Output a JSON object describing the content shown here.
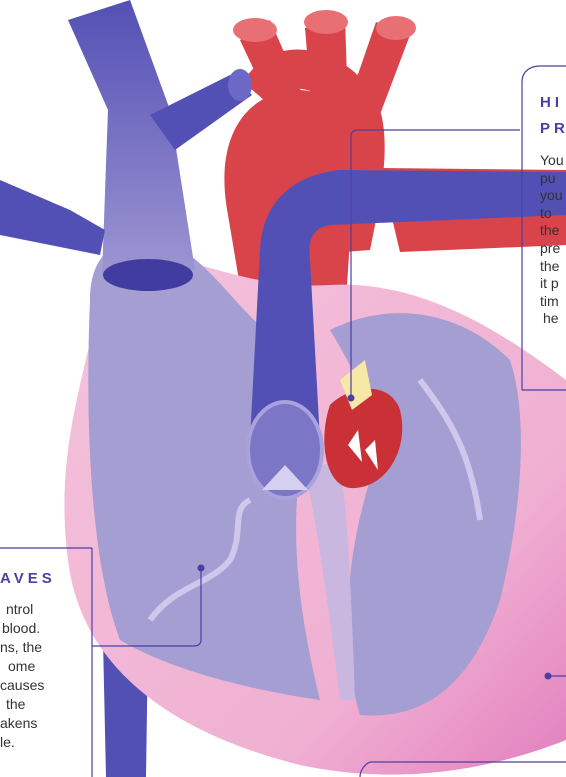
{
  "callouts": {
    "pressure": {
      "title_lines": [
        "HI",
        "PR"
      ],
      "body_lines": [
        "You",
        "pu",
        "you",
        "to",
        "the",
        "pre",
        "the",
        "it p",
        "tim",
        "he"
      ]
    },
    "valves": {
      "title": "AVES",
      "body_lines": [
        "ntrol",
        "blood.",
        "ns, the",
        "ome",
        "causes",
        "the",
        "akens",
        "le."
      ]
    }
  },
  "colors": {
    "vein_blue": "#5350b5",
    "artery_red": "#d9434a",
    "muscle_pink": "#f0b5d3",
    "chamber_lavender": "#a59ed2",
    "callout_line": "#4b3fa3"
  }
}
